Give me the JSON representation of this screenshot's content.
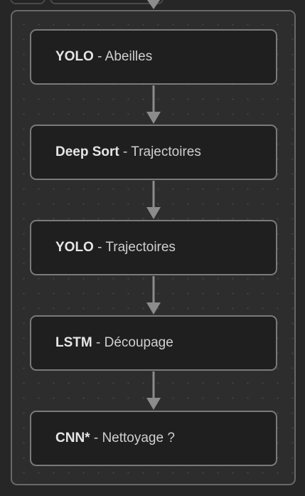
{
  "colors": {
    "background": "#262626",
    "group_border": "#686868",
    "node_border": "#7a7a7a",
    "node_fill": "#1f1f1f",
    "edge": "#8c8c8c"
  },
  "nodes": [
    {
      "bold": "YOLO",
      "rest": " - Abeilles"
    },
    {
      "bold": "Deep Sort",
      "rest": " - Trajectoires"
    },
    {
      "bold": "YOLO",
      "rest": " - Trajectoires"
    },
    {
      "bold": "LSTM",
      "rest": " - Découpage"
    },
    {
      "bold": "CNN*",
      "rest": " - Nettoyage ?"
    }
  ]
}
